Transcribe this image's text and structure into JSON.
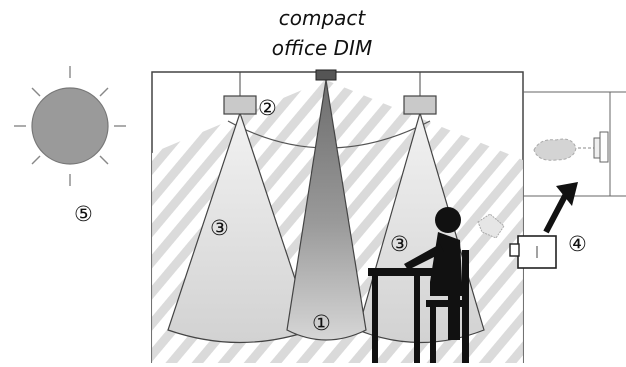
{
  "title": {
    "line1": "compact",
    "line2": "office DIM"
  },
  "callouts": {
    "c1": "①",
    "c2": "②",
    "c3a": "③",
    "c3b": "③",
    "c4": "④",
    "c5": "⑤"
  }
}
